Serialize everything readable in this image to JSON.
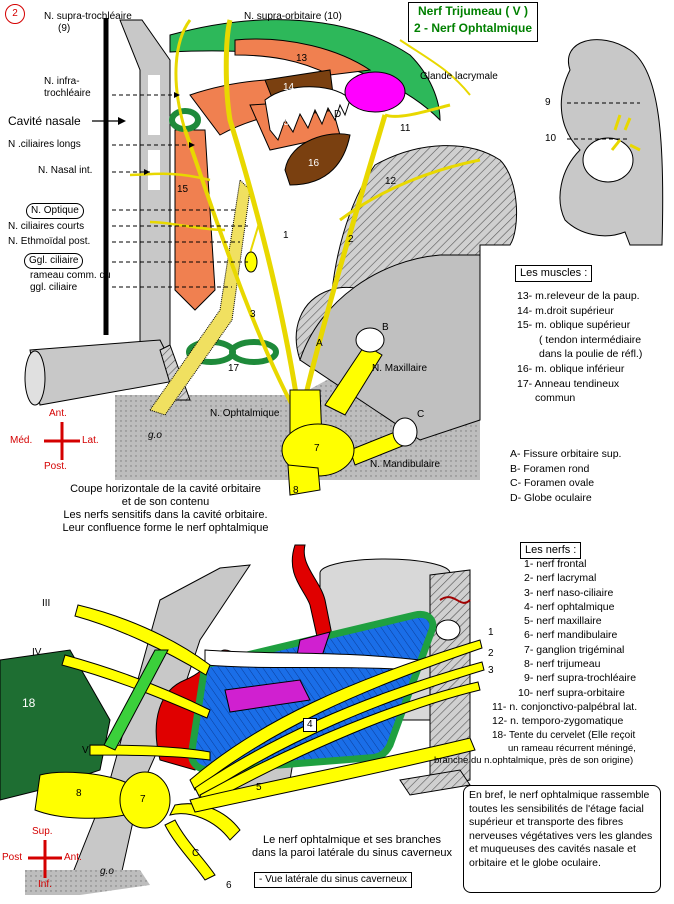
{
  "figure_number": "2",
  "title": {
    "line1": "Nerf Trijumeau ( V )",
    "line2": "2 - Nerf Ophtalmique"
  },
  "top_labels": {
    "supra_trochleaire": "N. supra-trochléaire",
    "supra_trochleaire_num": "(9)",
    "supra_orbitaire": "N. supra-orbitaire (10)",
    "infra_trochleaire_1": "N. infra-",
    "infra_trochleaire_2": "trochléaire",
    "cavite_nasale": "Cavité nasale",
    "ciliaires_longs": "N .ciliaires longs",
    "nasal_int": "N. Nasal int.",
    "optique": "N. Optique",
    "ciliaires_courts": "N. ciliaires courts",
    "ethmoidal_post": "N. Ethmoïdal post.",
    "ggl_ciliaire": "Ggl. ciliaire",
    "rameau_1": "rameau comm. du",
    "rameau_2": "ggl. ciliaire",
    "glande_lacrymale": "Glande lacrymale",
    "maxillaire": "N. Maxillaire",
    "mandibulaire": "N. Mandibulaire",
    "ophtalmique": "N. Ophtalmique",
    "letter_a": "A",
    "letter_b": "B",
    "letter_c": "C",
    "letter_d": "D",
    "signature": "g.o"
  },
  "top_numbers": [
    "13",
    "14",
    "15",
    "16",
    "15",
    "11",
    "12",
    "1",
    "2",
    "3",
    "17",
    "7",
    "8"
  ],
  "skull_numbers": [
    "9",
    "10"
  ],
  "orientation_top": {
    "ant": "Ant.",
    "post": "Post.",
    "med": "Méd.",
    "lat": "Lat."
  },
  "caption_top": [
    "Coupe horizontale de la cavité orbitaire",
    "et de son contenu",
    "Les nerfs sensitifs dans la cavité orbitaire.",
    "Leur confluence forme le nerf ophtalmique"
  ],
  "muscles": {
    "heading": "Les muscles :",
    "items": [
      "13- m.releveur de la paup.",
      "14- m.droit supérieur",
      "15- m. oblique supérieur",
      "( tendon intermédiaire",
      "dans la poulie de réfl.)",
      "16- m. oblique inférieur",
      "17- Anneau tendineux",
      "commun"
    ]
  },
  "letters_legend": [
    "A- Fissure orbitaire sup.",
    "B- Foramen rond",
    "C- Foramen ovale",
    "D- Globe oculaire"
  ],
  "nerves": {
    "heading": "Les nerfs :",
    "items": [
      "1- nerf frontal",
      "2- nerf lacrymal",
      "3- nerf naso-ciliaire",
      "4- nerf ophtalmique",
      "5- nerf maxillaire",
      "6- nerf mandibulaire",
      "7- ganglion trigéminal",
      "8- nerf trijumeau",
      "9- nerf supra-trochléaire",
      "10- nerf supra-orbitaire",
      "11- n. conjonctivo-palpébral lat.",
      "12- n. temporo-zygomatique",
      "18- Tente du cervelet (Elle reçoit",
      "un rameau récurrent méningé,",
      "branche du n.ophtalmique, près de son origine)"
    ]
  },
  "bottom_labels": {
    "iii": "III",
    "iv": "IV",
    "vi": "VI",
    "n18": "18",
    "n4": "4",
    "n5": "5",
    "n6": "6",
    "n7": "7",
    "n8": "8",
    "c": "C",
    "r1": "1",
    "r2": "2",
    "r3": "3",
    "signature": "g.o"
  },
  "orientation_bottom": {
    "sup": "Sup.",
    "inf": "Inf.",
    "post": "Post",
    "ant": "Ant."
  },
  "caption_bottom": [
    "Le nerf ophtalmique et ses branches",
    "dans la paroi latérale du sinus caverneux"
  ],
  "view_label": "- Vue latérale du sinus caverneux",
  "summary": "En bref, le nerf ophtalmique rassemble toutes les sensibilités de l'étage facial supérieur et transporte des fibres nerveuses végétatives vers les glandes et muqueuses des cavités nasale et orbitaire et le globe oculaire.",
  "colors": {
    "nerve": "#ffff00",
    "muscle": "#f08050",
    "gland": "#ff00ff",
    "green": "#008000",
    "brown": "#7a4010",
    "blue": "#1a6ee8",
    "artery": "#e00000",
    "bone": "#c8c8c8"
  }
}
